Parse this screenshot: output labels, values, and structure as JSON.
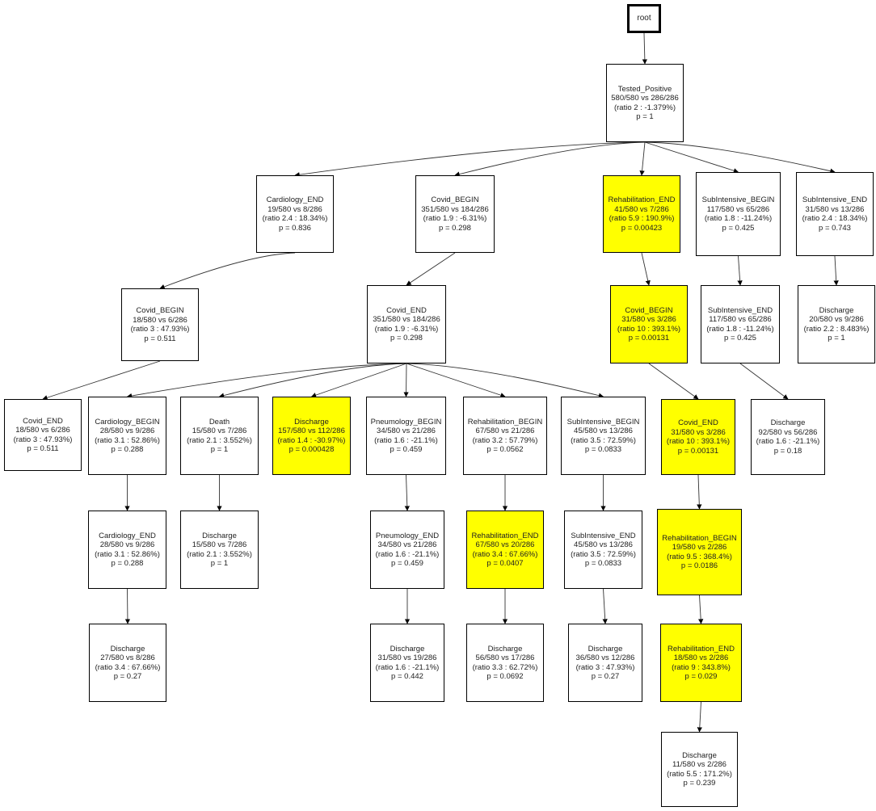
{
  "diagram": {
    "colors": {
      "highlight": "#ffff00",
      "normal": "#ffffff",
      "border": "#000000"
    },
    "root": {
      "label": "root"
    },
    "nodes": {
      "n_tp": {
        "name": "Tested_Positive",
        "counts": "580/580 vs 286/286",
        "ratio": "(ratio 2 : -1.379%)",
        "p": "p = 1",
        "highlight": false
      },
      "n_card_end": {
        "name": "Cardiology_END",
        "counts": "19/580 vs 8/286",
        "ratio": "(ratio 2.4 : 18.34%)",
        "p": "p = 0.836",
        "highlight": false
      },
      "n_cov_beg": {
        "name": "Covid_BEGIN",
        "counts": "351/580 vs 184/286",
        "ratio": "(ratio 1.9 : -6.31%)",
        "p": "p = 0.298",
        "highlight": false
      },
      "n_reh_end": {
        "name": "Rehabilitation_END",
        "counts": "41/580 vs 7/286",
        "ratio": "(ratio 5.9 : 190.9%)",
        "p": "p = 0.00423",
        "highlight": true
      },
      "n_sub_beg": {
        "name": "SubIntensive_BEGIN",
        "counts": "117/580 vs 65/286",
        "ratio": "(ratio 1.8 : -11.24%)",
        "p": "p = 0.425",
        "highlight": false
      },
      "n_sub_end": {
        "name": "SubIntensive_END",
        "counts": "31/580 vs 13/286",
        "ratio": "(ratio 2.4 : 18.34%)",
        "p": "p = 0.743",
        "highlight": false
      },
      "n_cov_beg2": {
        "name": "Covid_BEGIN",
        "counts": "18/580 vs 6/286",
        "ratio": "(ratio 3 : 47.93%)",
        "p": "p = 0.511",
        "highlight": false
      },
      "n_cov_end": {
        "name": "Covid_END",
        "counts": "351/580 vs 184/286",
        "ratio": "(ratio 1.9 : -6.31%)",
        "p": "p = 0.298",
        "highlight": false
      },
      "n_cov_beg3": {
        "name": "Covid_BEGIN",
        "counts": "31/580 vs 3/286",
        "ratio": "(ratio 10 : 393.1%)",
        "p": "p = 0.00131",
        "highlight": true
      },
      "n_sub_end2": {
        "name": "SubIntensive_END",
        "counts": "117/580 vs 65/286",
        "ratio": "(ratio 1.8 : -11.24%)",
        "p": "p = 0.425",
        "highlight": false
      },
      "n_dis_a": {
        "name": "Discharge",
        "counts": "20/580 vs 9/286",
        "ratio": "(ratio 2.2 : 8.483%)",
        "p": "p = 1",
        "highlight": false
      },
      "n_cov_end2": {
        "name": "Covid_END",
        "counts": "18/580 vs 6/286",
        "ratio": "(ratio 3 : 47.93%)",
        "p": "p = 0.511",
        "highlight": false
      },
      "n_card_beg": {
        "name": "Cardiology_BEGIN",
        "counts": "28/580 vs 9/286",
        "ratio": "(ratio 3.1 : 52.86%)",
        "p": "p = 0.288",
        "highlight": false
      },
      "n_death": {
        "name": "Death",
        "counts": "15/580 vs 7/286",
        "ratio": "(ratio 2.1 : 3.552%)",
        "p": "p = 1",
        "highlight": false
      },
      "n_dis_b": {
        "name": "Discharge",
        "counts": "157/580 vs 112/286",
        "ratio": "(ratio 1.4 : -30.97%)",
        "p": "p = 0.000428",
        "highlight": true
      },
      "n_pne_beg": {
        "name": "Pneumology_BEGIN",
        "counts": "34/580 vs 21/286",
        "ratio": "(ratio 1.6 : -21.1%)",
        "p": "p = 0.459",
        "highlight": false
      },
      "n_reh_beg": {
        "name": "Rehabilitation_BEGIN",
        "counts": "67/580 vs 21/286",
        "ratio": "(ratio 3.2 : 57.79%)",
        "p": "p = 0.0562",
        "highlight": false
      },
      "n_sub_beg2": {
        "name": "SubIntensive_BEGIN",
        "counts": "45/580 vs 13/286",
        "ratio": "(ratio 3.5 : 72.59%)",
        "p": "p = 0.0833",
        "highlight": false
      },
      "n_cov_end3": {
        "name": "Covid_END",
        "counts": "31/580 vs 3/286",
        "ratio": "(ratio 10 : 393.1%)",
        "p": "p = 0.00131",
        "highlight": true
      },
      "n_dis_c": {
        "name": "Discharge",
        "counts": "92/580 vs 56/286",
        "ratio": "(ratio 1.6 : -21.1%)",
        "p": "p = 0.18",
        "highlight": false
      },
      "n_card_end2": {
        "name": "Cardiology_END",
        "counts": "28/580 vs 9/286",
        "ratio": "(ratio 3.1 : 52.86%)",
        "p": "p = 0.288",
        "highlight": false
      },
      "n_dis_d": {
        "name": "Discharge",
        "counts": "15/580 vs 7/286",
        "ratio": "(ratio 2.1 : 3.552%)",
        "p": "p = 1",
        "highlight": false
      },
      "n_pne_end": {
        "name": "Pneumology_END",
        "counts": "34/580 vs 21/286",
        "ratio": "(ratio 1.6 : -21.1%)",
        "p": "p = 0.459",
        "highlight": false
      },
      "n_reh_end2": {
        "name": "Rehabilitation_END",
        "counts": "67/580 vs 20/286",
        "ratio": "(ratio 3.4 : 67.66%)",
        "p": "p = 0.0407",
        "highlight": true
      },
      "n_sub_end3": {
        "name": "SubIntensive_END",
        "counts": "45/580 vs 13/286",
        "ratio": "(ratio 3.5 : 72.59%)",
        "p": "p = 0.0833",
        "highlight": false
      },
      "n_reh_beg2": {
        "name": "Rehabilitation_BEGIN",
        "counts": "19/580 vs 2/286",
        "ratio": "(ratio 9.5 : 368.4%)",
        "p": "p = 0.0186",
        "highlight": true
      },
      "n_dis_e": {
        "name": "Discharge",
        "counts": "27/580 vs 8/286",
        "ratio": "(ratio 3.4 : 67.66%)",
        "p": "p = 0.27",
        "highlight": false
      },
      "n_dis_f": {
        "name": "Discharge",
        "counts": "31/580 vs 19/286",
        "ratio": "(ratio 1.6 : -21.1%)",
        "p": "p = 0.442",
        "highlight": false
      },
      "n_dis_g": {
        "name": "Discharge",
        "counts": "56/580 vs 17/286",
        "ratio": "(ratio 3.3 : 62.72%)",
        "p": "p = 0.0692",
        "highlight": false
      },
      "n_dis_h": {
        "name": "Discharge",
        "counts": "36/580 vs 12/286",
        "ratio": "(ratio 3 : 47.93%)",
        "p": "p = 0.27",
        "highlight": false
      },
      "n_reh_end3": {
        "name": "Rehabilitation_END",
        "counts": "18/580 vs 2/286",
        "ratio": "(ratio 9 : 343.8%)",
        "p": "p = 0.029",
        "highlight": true
      },
      "n_dis_i": {
        "name": "Discharge",
        "counts": "11/580 vs 2/286",
        "ratio": "(ratio 5.5 : 171.2%)",
        "p": "p = 0.239",
        "highlight": false
      }
    },
    "edges": [
      [
        "root",
        "n_tp"
      ],
      [
        "n_tp",
        "n_card_end"
      ],
      [
        "n_tp",
        "n_cov_beg"
      ],
      [
        "n_tp",
        "n_reh_end"
      ],
      [
        "n_tp",
        "n_sub_beg"
      ],
      [
        "n_tp",
        "n_sub_end"
      ],
      [
        "n_card_end",
        "n_cov_beg2"
      ],
      [
        "n_cov_beg2",
        "n_cov_end2"
      ],
      [
        "n_cov_beg",
        "n_cov_end"
      ],
      [
        "n_cov_end",
        "n_card_beg"
      ],
      [
        "n_cov_end",
        "n_death"
      ],
      [
        "n_cov_end",
        "n_dis_b"
      ],
      [
        "n_cov_end",
        "n_pne_beg"
      ],
      [
        "n_cov_end",
        "n_reh_beg"
      ],
      [
        "n_cov_end",
        "n_sub_beg2"
      ],
      [
        "n_card_beg",
        "n_card_end2"
      ],
      [
        "n_card_end2",
        "n_dis_e"
      ],
      [
        "n_death",
        "n_dis_d"
      ],
      [
        "n_pne_beg",
        "n_pne_end"
      ],
      [
        "n_pne_end",
        "n_dis_f"
      ],
      [
        "n_reh_beg",
        "n_reh_end2"
      ],
      [
        "n_reh_end2",
        "n_dis_g"
      ],
      [
        "n_sub_beg2",
        "n_sub_end3"
      ],
      [
        "n_sub_end3",
        "n_dis_h"
      ],
      [
        "n_reh_end",
        "n_cov_beg3"
      ],
      [
        "n_cov_beg3",
        "n_cov_end3"
      ],
      [
        "n_cov_end3",
        "n_reh_beg2"
      ],
      [
        "n_reh_beg2",
        "n_reh_end3"
      ],
      [
        "n_reh_end3",
        "n_dis_i"
      ],
      [
        "n_sub_beg",
        "n_sub_end2"
      ],
      [
        "n_sub_end2",
        "n_dis_c"
      ],
      [
        "n_sub_end",
        "n_dis_a"
      ]
    ]
  }
}
